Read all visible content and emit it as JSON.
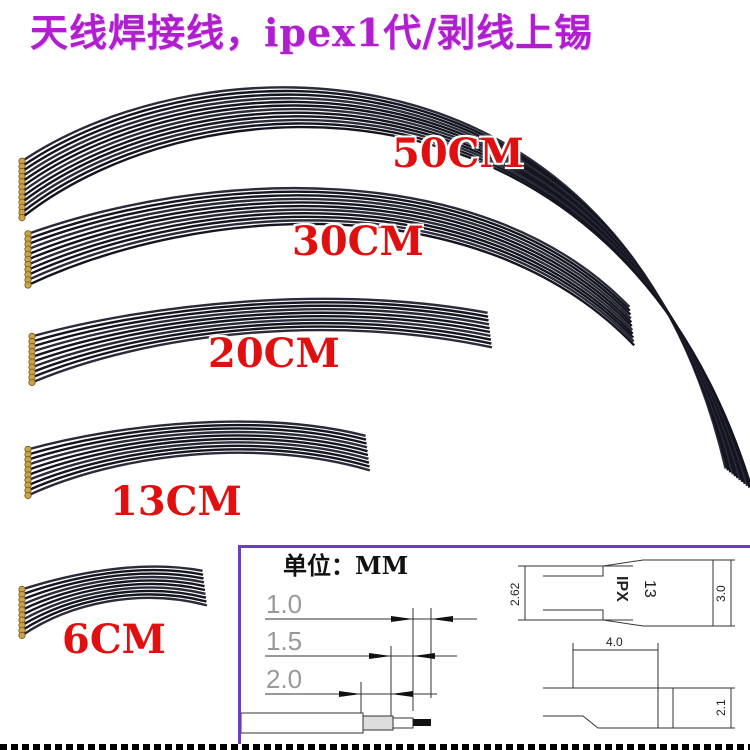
{
  "title": "天线焊接线，ipex1代/剥线上锡",
  "labels": [
    "50CM",
    "30CM",
    "20CM",
    "13CM",
    "6CM"
  ],
  "diagram": {
    "unit": "单位：MM",
    "strip_lengths": [
      "1.0",
      "1.5",
      "2.0"
    ],
    "connector_dims": [
      "2.62",
      "3.0",
      "4.0",
      "2.1"
    ],
    "connector_marks": [
      "IPX",
      "13"
    ]
  }
}
